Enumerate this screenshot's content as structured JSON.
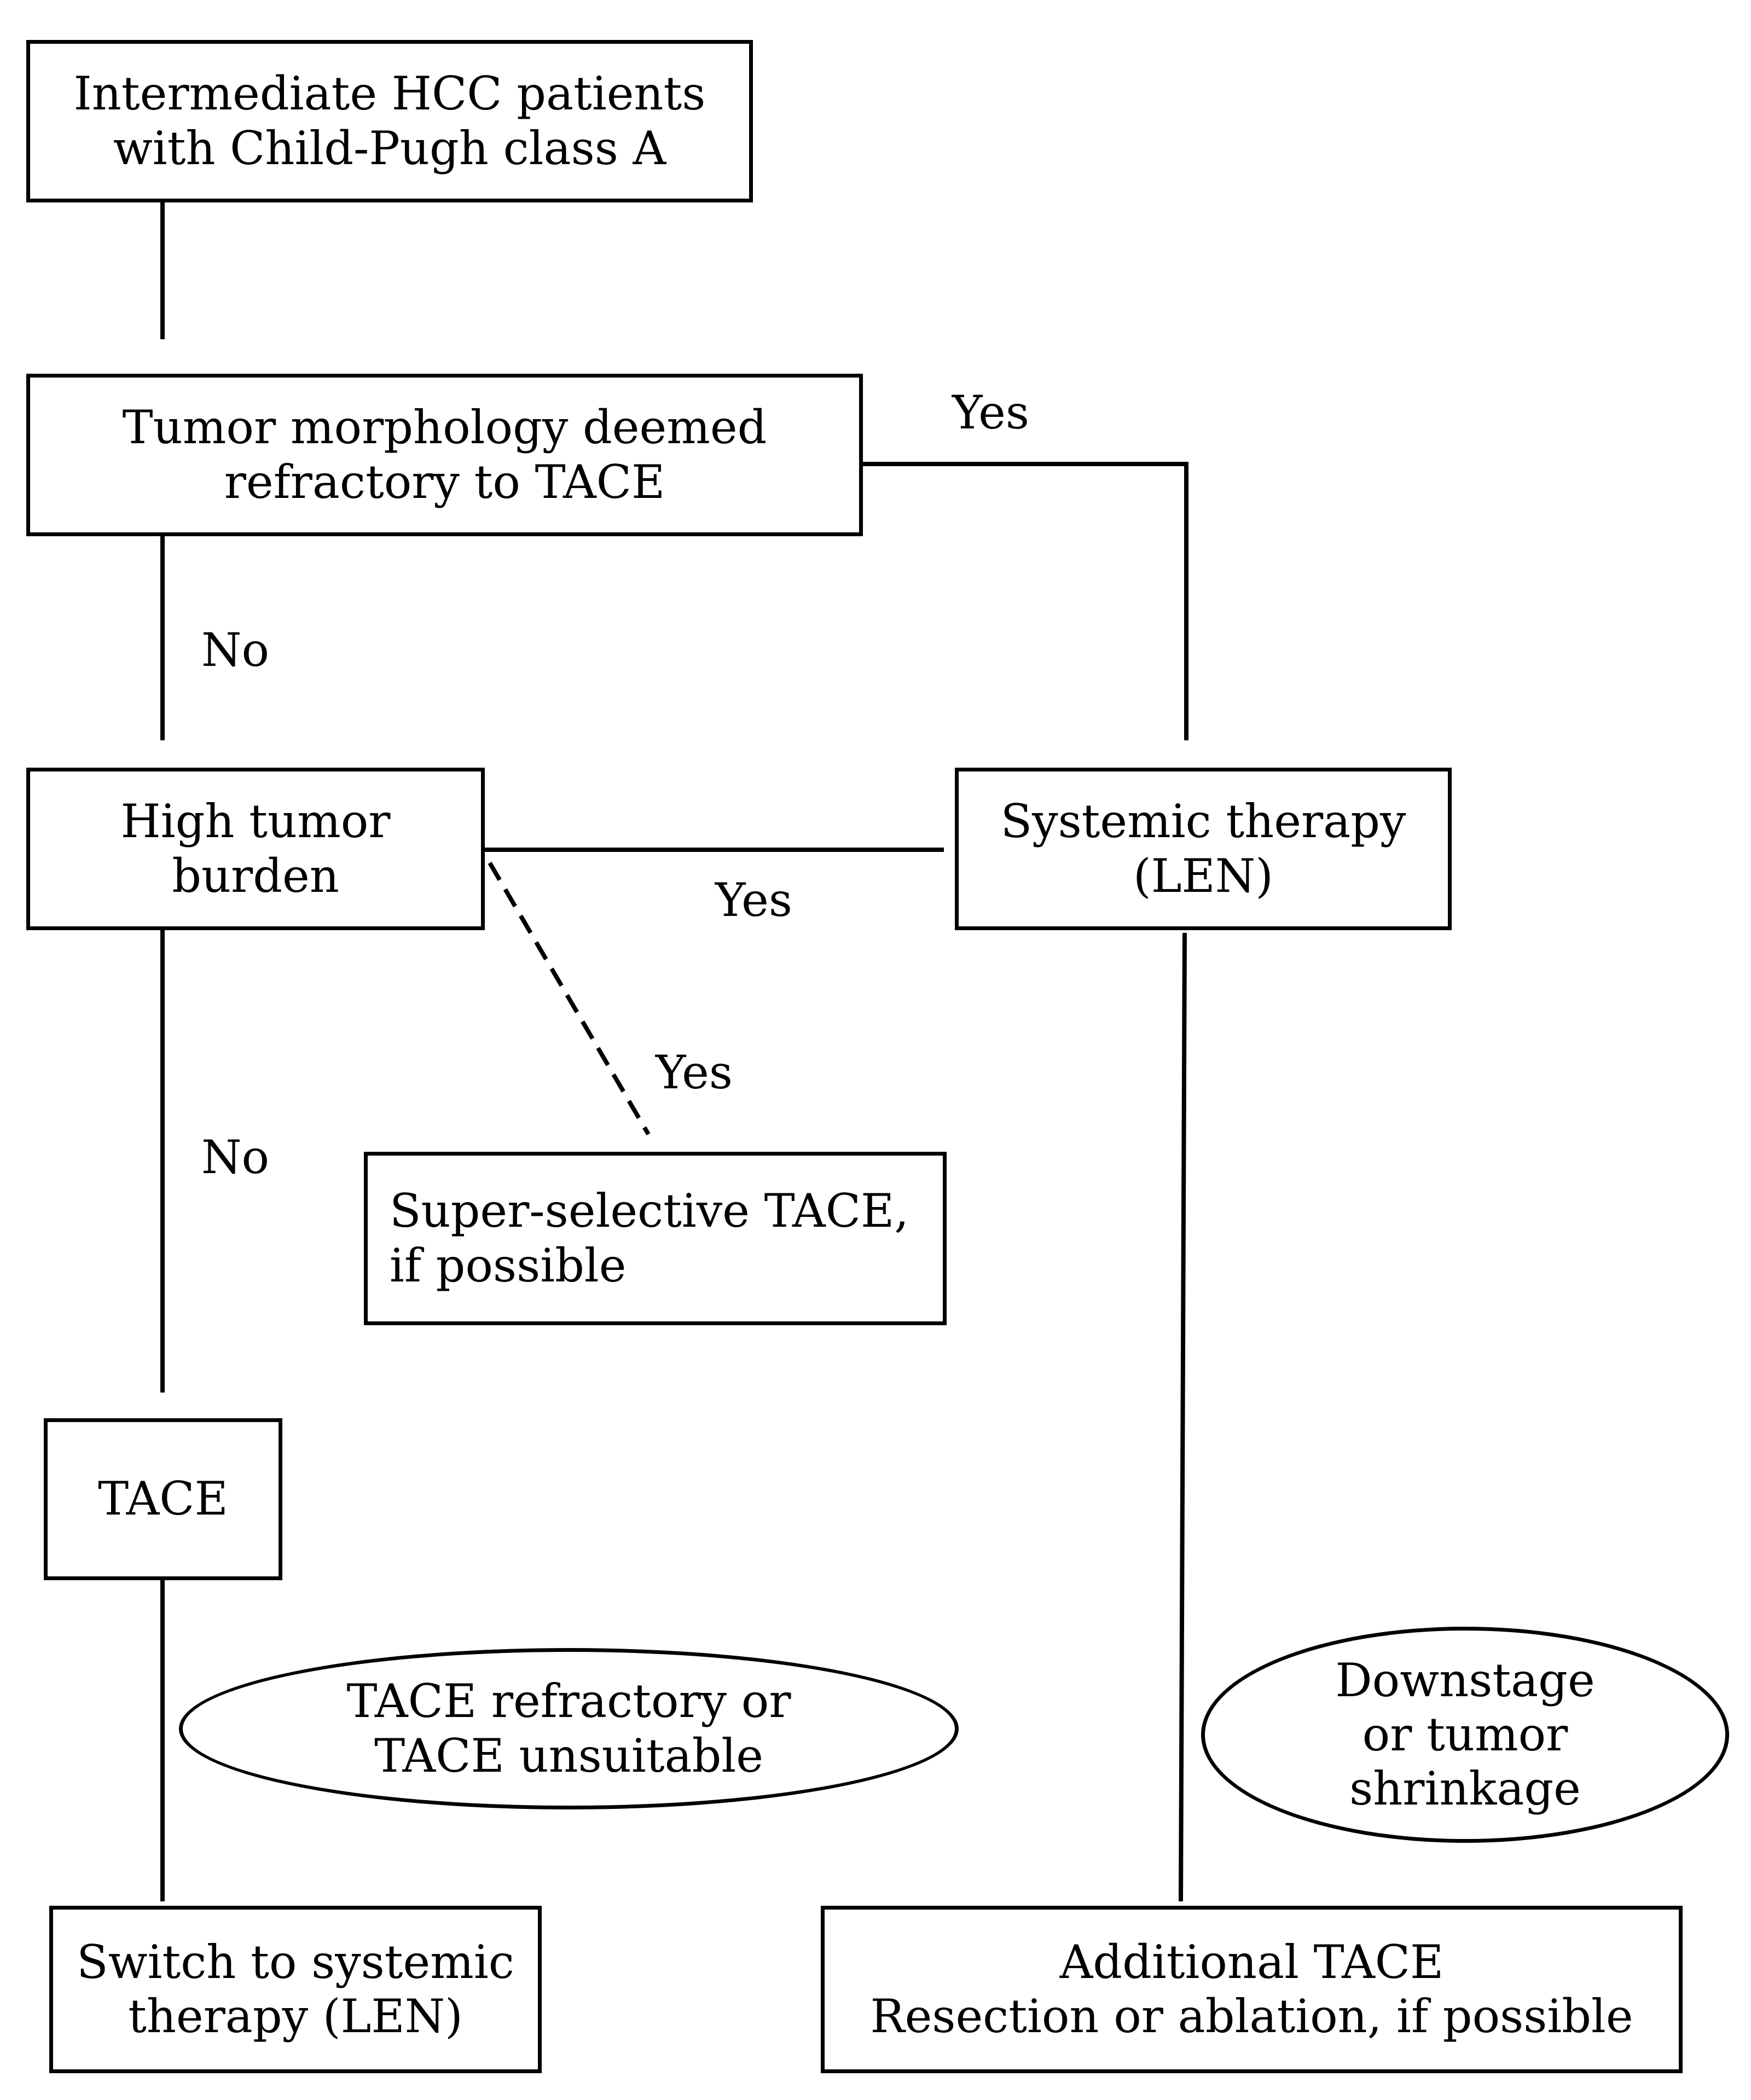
{
  "nodes": {
    "start": [
      "Intermediate HCC patients",
      "with Child-Pugh class A"
    ],
    "morphology": [
      "Tumor morphology deemed",
      "refractory to TACE"
    ],
    "burden": [
      "High tumor",
      "burden"
    ],
    "systemic": [
      "Systemic therapy",
      "(LEN)"
    ],
    "superselective": [
      "Super-selective TACE,",
      "if possible"
    ],
    "tace": [
      "TACE"
    ],
    "switch": [
      "Switch to systemic",
      "therapy (LEN)"
    ],
    "additional": [
      "Additional TACE",
      "Resection or ablation, if possible"
    ]
  },
  "conditions": {
    "refractory": [
      "TACE refractory or",
      "TACE unsuitable"
    ],
    "downstage": [
      "Downstage",
      "or tumor",
      "shrinkage"
    ]
  },
  "edge_labels": {
    "morph_yes": "Yes",
    "morph_no": "No",
    "burden_yes": "Yes",
    "burden_dashed_yes": "Yes",
    "burden_no": "No"
  }
}
